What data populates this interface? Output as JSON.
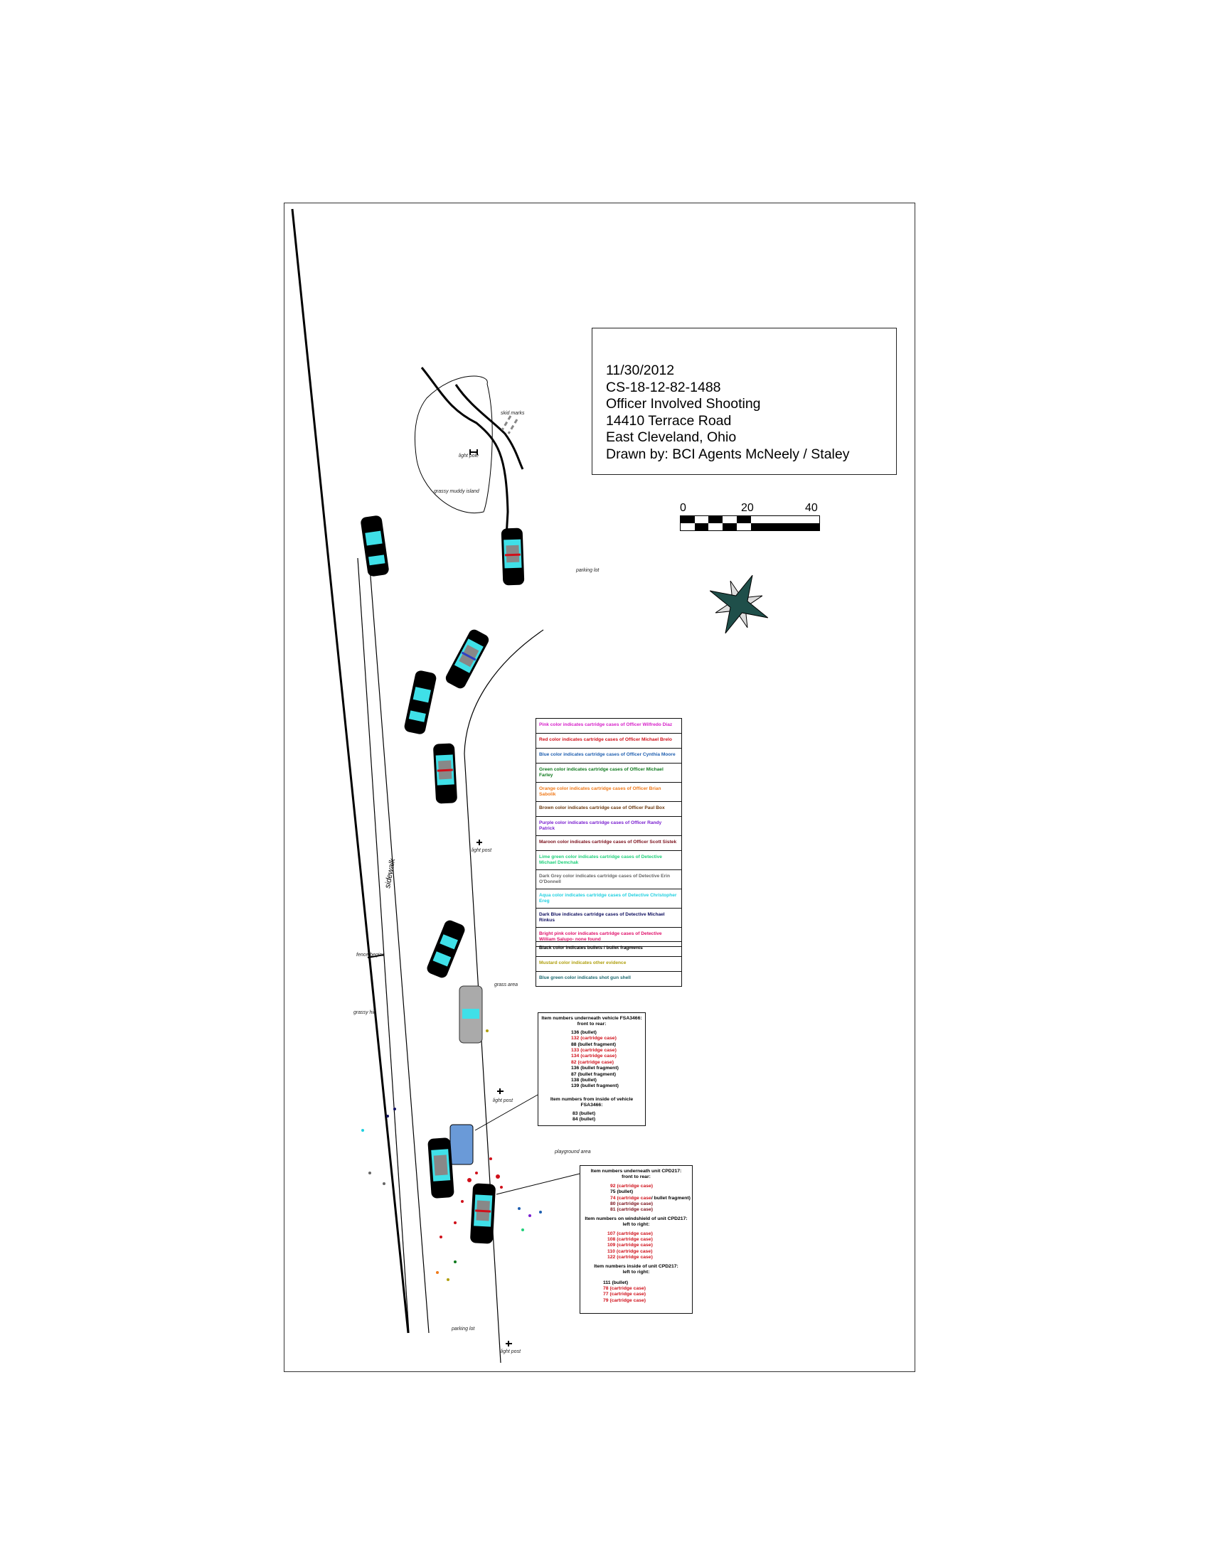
{
  "title_block": {
    "date": "11/30/2012",
    "case_number": "CS-18-12-82-1488",
    "incident": "Officer Involved Shooting",
    "address": "14410 Terrace Road",
    "city": "East Cleveland, Ohio",
    "drawn_by": "Drawn by: BCI Agents McNeely / Staley"
  },
  "scale_bar": {
    "labels": [
      "0",
      "20",
      "40"
    ]
  },
  "compass": {
    "icon": "compass-rose-icon",
    "color": "#1f4f4a"
  },
  "map_labels": {
    "light_pole_1": "light pole",
    "island": "grassy muddy island",
    "skid_marks": "skid marks",
    "parking_lot": "parking lot",
    "sidewalk": "sidewalk",
    "light_pole_2": "light post",
    "fence_begins": "fence begins",
    "grass_area": "grass area",
    "grassy_hill": "grassy hill",
    "light_pole_3": "light post",
    "playground": "playground area",
    "parking_lot_2": "parking lot",
    "light_pole_4": "light post"
  },
  "legend_officers": [
    {
      "text": "Pink color indicates cartridge cases of Officer Wilfredo Diaz",
      "color": "#d61fc8"
    },
    {
      "text": "Red color indicates cartridge cases of Officer Michael Brelo",
      "color": "#d0101a"
    },
    {
      "text": "Blue color indicates cartridge cases of Officer Cynthia Moore",
      "color": "#1f5fb0"
    },
    {
      "text": "Green color indicates cartridge cases of Officer Michael Farley",
      "color": "#0f7a1e"
    },
    {
      "text": "Orange color indicates cartridge cases of Officer Brian Sabolik",
      "color": "#f07a1a"
    },
    {
      "text": "Brown color indicates cartridge case of Officer Paul Box",
      "color": "#6a3a12"
    },
    {
      "text": "Purple color indicates cartridge cases of Officer Randy Patrick",
      "color": "#7a1fd0"
    },
    {
      "text": "Maroon color indicates cartridge cases of Officer Scott Sistek",
      "color": "#7a0f1a"
    },
    {
      "text": "Lime green color indicates cartridge cases of Detective Michael Demchak",
      "color": "#1fd07a"
    },
    {
      "text": "Dark Grey color indicates cartridge cases of Detective Erin O'Donnell",
      "color": "#666666"
    },
    {
      "text": "Aqua color indicates cartridge cases of Detective Christopher Ereg",
      "color": "#1fd0e0"
    },
    {
      "text": "Dark Blue indicates cartridge cases of Detective Michael Rinkus",
      "color": "#101060"
    },
    {
      "text": "Bright pink color indicates cartridge cases of Detective William Salupo-  none found",
      "color": "#e0106a"
    }
  ],
  "legend_other": [
    {
      "text": "Black color indicates bullets / bullet fragments",
      "color": "#000000"
    },
    {
      "text": "Mustard color indicates other evidence",
      "color": "#b0a010"
    },
    {
      "text": "Blue green color indicates shot gun shell",
      "color": "#1f6a70"
    }
  ],
  "items_fsa": {
    "header1": "Item numbers underneath vehicle FSA3466:",
    "header1b": "front to rear:",
    "list1": [
      {
        "t": "136 (bullet)",
        "c": "#000"
      },
      {
        "t": "132 (cartridge case)",
        "c": "#d0101a"
      },
      {
        "t": "88 (bullet fragment)",
        "c": "#000"
      },
      {
        "t": "133 (cartridge case)",
        "c": "#d0101a"
      },
      {
        "t": "134 (cartridge case)",
        "c": "#d0101a"
      },
      {
        "t": "82 (cartridge case)",
        "c": "#d0101a"
      },
      {
        "t": "136 (bullet fragment)",
        "c": "#000"
      },
      {
        "t": "87 (bullet fragment)",
        "c": "#000"
      },
      {
        "t": "138 (bullet)",
        "c": "#000"
      },
      {
        "t": "139 (bullet fragment)",
        "c": "#000"
      }
    ],
    "header2": "Item numbers from inside of vehicle FSA3466:",
    "list2": [
      {
        "t": "83 (bullet)",
        "c": "#000"
      },
      {
        "t": "84 (bullet)",
        "c": "#000"
      }
    ]
  },
  "items_cpd": {
    "header1": "Item numbers underneath unit CPD217:",
    "header1b": "front to rear:",
    "list1": [
      {
        "t": "92 (cartridge case)",
        "c": "#d0101a"
      },
      {
        "t": "75 (bullet)",
        "c": "#000"
      },
      {
        "t": "74 (cartridge case",
        "c": "#d0101a",
        "extra": "/ bullet fragment)"
      },
      {
        "t": "80 (cartridge case)",
        "c": "#7a0f1a"
      },
      {
        "t": "81 (cartridge case)",
        "c": "#7a0f1a"
      }
    ],
    "header2": "Item numbers on windshield of unit CPD217:",
    "header2b": "left to right:",
    "list2": [
      {
        "t": "107 (cartridge case)",
        "c": "#d0101a"
      },
      {
        "t": "108 (cartridge case)",
        "c": "#d0101a"
      },
      {
        "t": "109 (cartridge case)",
        "c": "#d0101a"
      },
      {
        "t": "110 (cartridge case)",
        "c": "#d0101a"
      },
      {
        "t": "122 (cartridge case)",
        "c": "#d0101a"
      }
    ],
    "header3": "Item numbers inside of unit CPD217:",
    "header3b": "left to right:",
    "list3": [
      {
        "t": "111 (bullet)",
        "c": "#000"
      },
      {
        "t": "78 (cartridge case)",
        "c": "#d0101a"
      },
      {
        "t": "77 (cartridge case)",
        "c": "#d0101a"
      },
      {
        "t": "79 (cartridge case)",
        "c": "#d0101a"
      }
    ]
  }
}
